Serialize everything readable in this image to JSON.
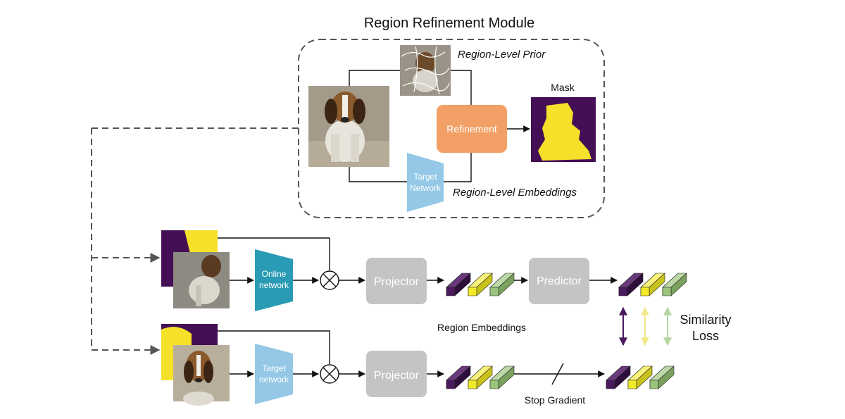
{
  "title": "Region Refinement Module",
  "refinement_module": {
    "prior_label": "Region-Level Prior",
    "embeddings_label": "Region-Level Embeddings",
    "refinement_label": "Refinement",
    "target_network_label_line1": "Target",
    "target_network_label_line2": "Network",
    "mask_label": "Mask"
  },
  "online_branch": {
    "network_line1": "Online",
    "network_line2": "network",
    "projector_label": "Projector",
    "predictor_label": "Predictor"
  },
  "target_branch": {
    "network_line1": "Target",
    "network_line2": "network",
    "projector_label": "Projector"
  },
  "region_embeddings_label": "Region Embeddings",
  "similarity_line1": "Similarity",
  "similarity_line2": "Loss",
  "stop_gradient_label": "Stop Gradient",
  "colors": {
    "refinement_box": "#f2a065",
    "network_blue": "#94c8e6",
    "online_network": "#2a9bb5",
    "projector_gray": "#c4c4c4",
    "purple": "#4a1a5c",
    "yellow": "#f2ea28",
    "green": "#9cc47c"
  }
}
